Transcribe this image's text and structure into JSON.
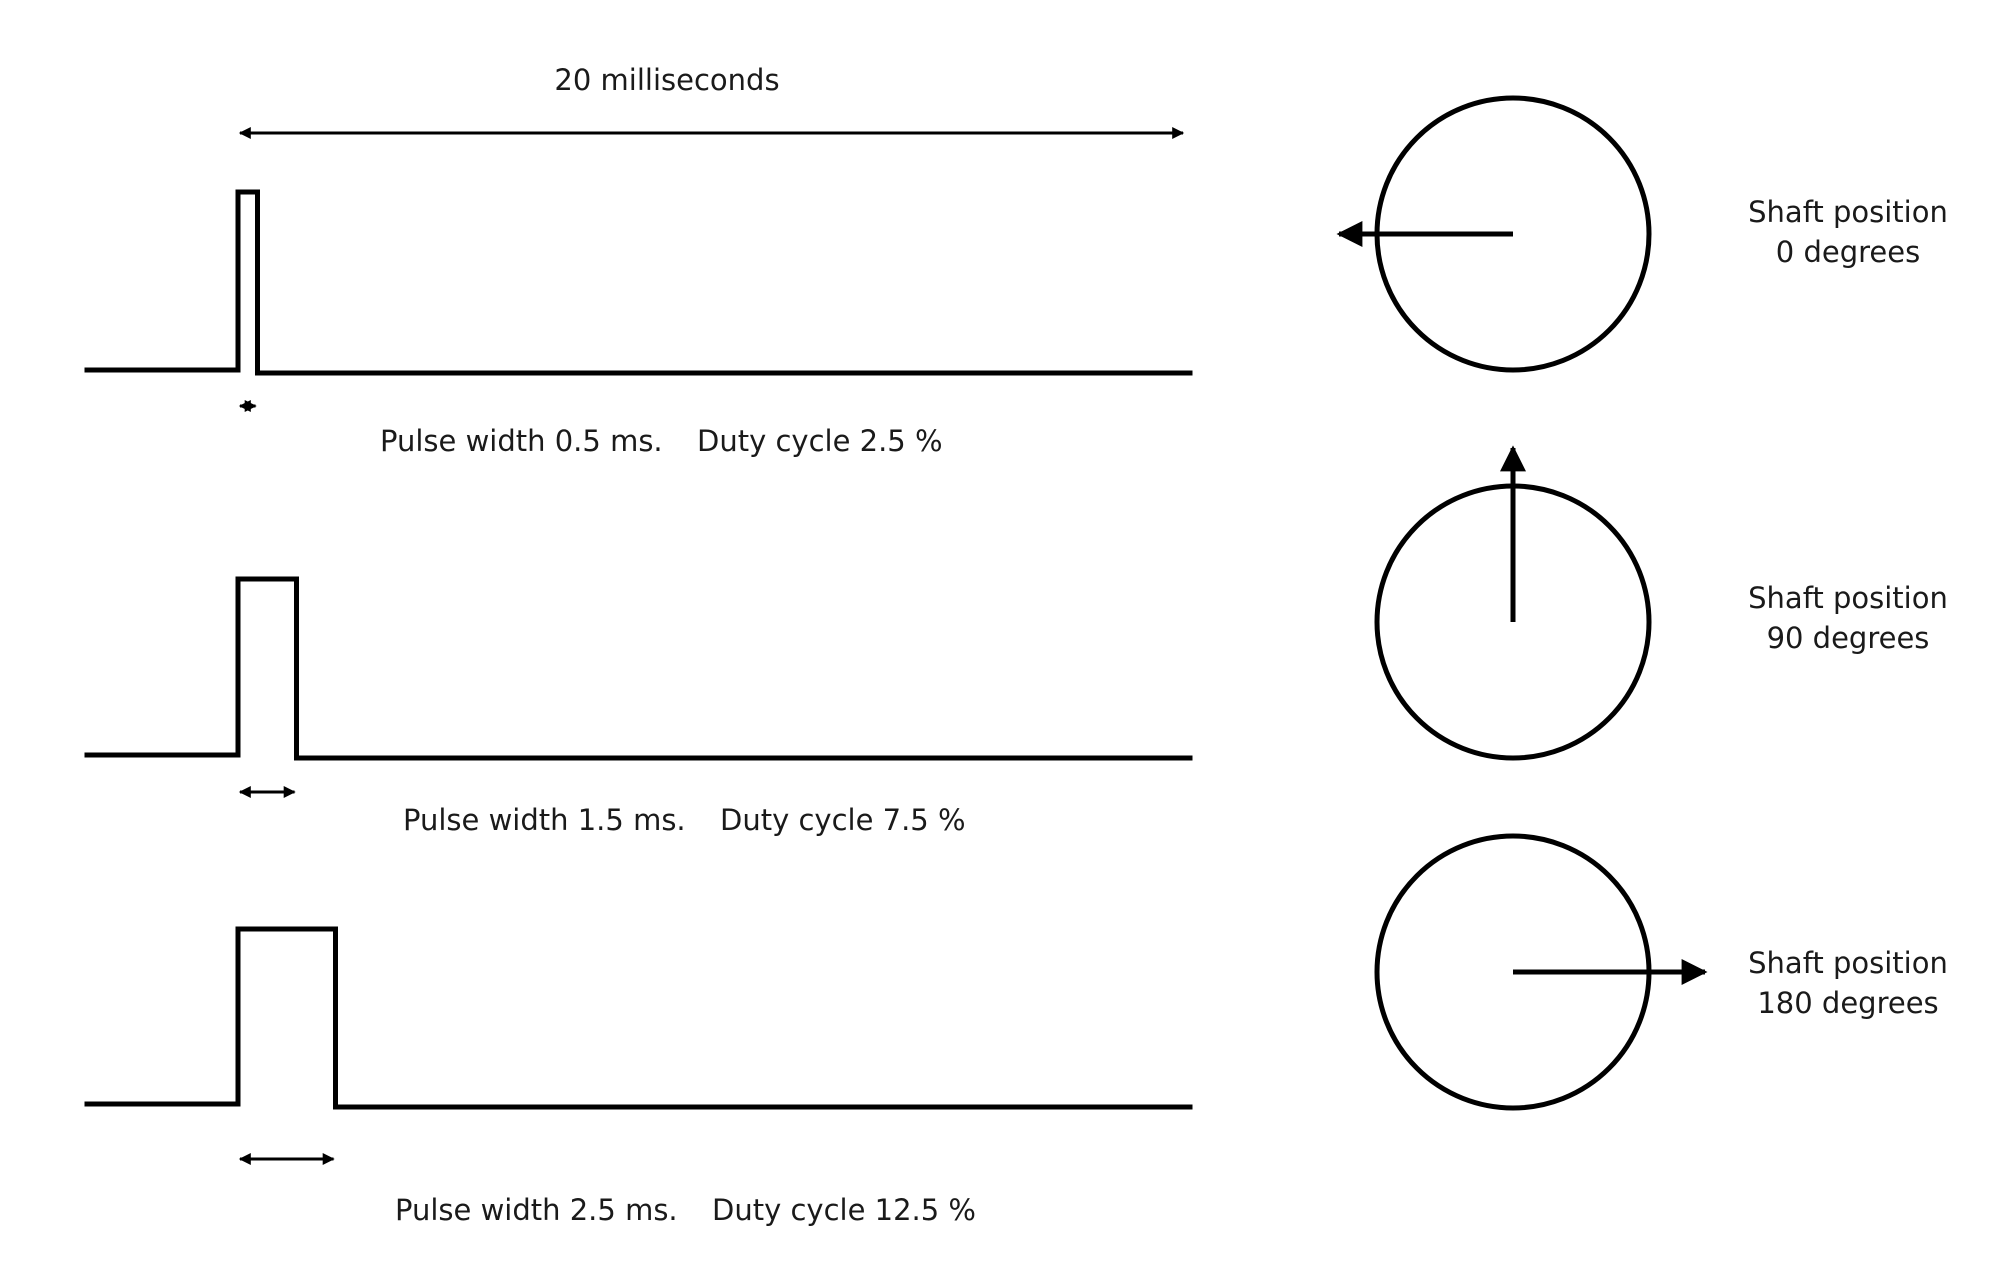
{
  "period_label": "20 milliseconds",
  "signals": [
    {
      "pulse_width_ms": 0.5,
      "pulse_label": "Pulse width 0.5 ms.",
      "duty_label": "Duty cycle 2.5 %",
      "shaft_line1": "Shaft position",
      "shaft_line2": "0 degrees",
      "shaft_angle_deg": 0
    },
    {
      "pulse_width_ms": 1.5,
      "pulse_label": "Pulse width 1.5 ms.",
      "duty_label": "Duty cycle 7.5 %",
      "shaft_line1": "Shaft position",
      "shaft_line2": "90 degrees",
      "shaft_angle_deg": 90
    },
    {
      "pulse_width_ms": 2.5,
      "pulse_label": "Pulse width 2.5 ms.",
      "duty_label": "Duty cycle 12.5 %",
      "shaft_line1": "Shaft position",
      "shaft_line2": "180 degrees",
      "shaft_angle_deg": 180
    }
  ],
  "colors": {
    "stroke": "#000000",
    "text": "#1a1a1a",
    "background": "#ffffff"
  }
}
